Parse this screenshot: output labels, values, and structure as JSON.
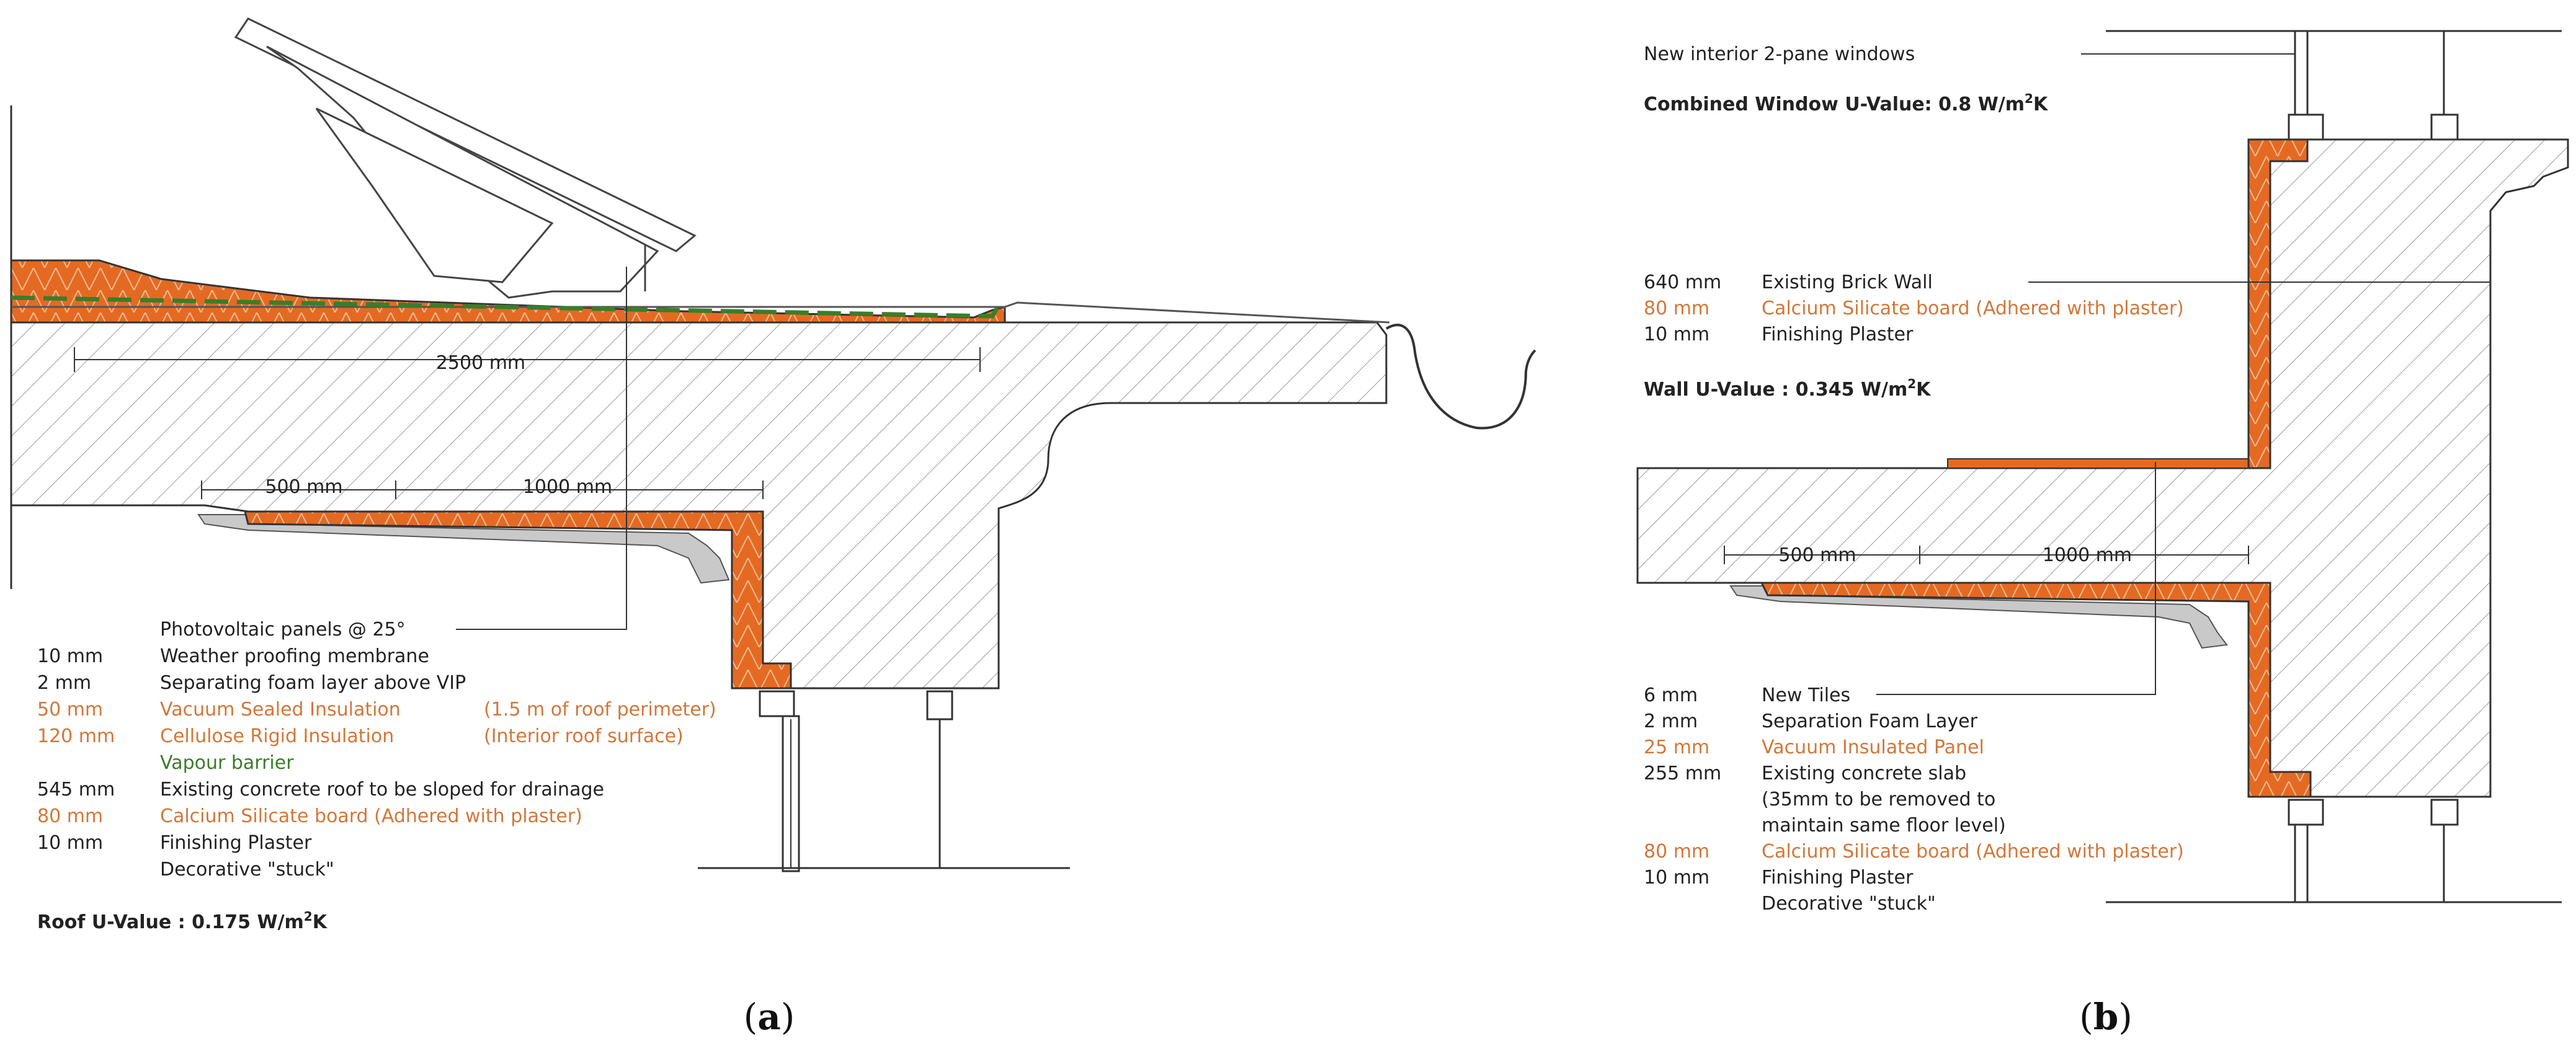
{
  "colors": {
    "insulation": "#e46a23",
    "insulation_text": "#d2773a",
    "vapour": "#3a7d2a",
    "line": "#333333"
  },
  "panel_a": {
    "caption_open": "(",
    "caption_letter": "a",
    "caption_close": ")",
    "dim_main": "2500 mm",
    "dim_500": "500 mm",
    "dim_1000": "1000 mm",
    "layers": [
      {
        "thickness": "",
        "label": "Photovoltaic panels @ 25°",
        "note": "",
        "kind": "normal"
      },
      {
        "thickness": "10 mm",
        "label": "Weather proofing membrane",
        "note": "",
        "kind": "normal"
      },
      {
        "thickness": "2 mm",
        "label": "Separating foam layer above VIP",
        "note": "",
        "kind": "normal"
      },
      {
        "thickness": "50 mm",
        "label": "Vacuum Sealed Insulation",
        "note": "(1.5 m of roof perimeter)",
        "kind": "insulation"
      },
      {
        "thickness": "120 mm",
        "label": "Cellulose Rigid Insulation",
        "note": "(Interior roof surface)",
        "kind": "insulation"
      },
      {
        "thickness": "",
        "label": "Vapour barrier",
        "note": "",
        "kind": "vapour"
      },
      {
        "thickness": "545 mm",
        "label": "Existing concrete roof to be sloped for drainage",
        "note": "",
        "kind": "normal"
      },
      {
        "thickness": "80 mm",
        "label": "Calcium Silicate board (Adhered with plaster)",
        "note": "",
        "kind": "insulation"
      },
      {
        "thickness": "10 mm",
        "label": "Finishing Plaster",
        "note": "",
        "kind": "normal"
      },
      {
        "thickness": "",
        "label": "Decorative \"stuck\"",
        "note": "",
        "kind": "normal"
      }
    ],
    "u_value_prefix": "Roof U-Value : 0.175 W/m",
    "u_value_sup": "2",
    "u_value_suffix": "K"
  },
  "panel_b": {
    "caption_open": "(",
    "caption_letter": "b",
    "caption_close": ")",
    "window_label": "New interior 2-pane windows",
    "window_u_prefix": "Combined Window U-Value: 0.8 W/m",
    "window_u_sup": "2",
    "window_u_suffix": "K",
    "wall_layers": [
      {
        "thickness": "640 mm",
        "label": "Existing Brick Wall",
        "kind": "normal"
      },
      {
        "thickness": "80 mm",
        "label": "Calcium Silicate board (Adhered with plaster)",
        "kind": "insulation"
      },
      {
        "thickness": "10 mm",
        "label": "Finishing Plaster",
        "kind": "normal"
      }
    ],
    "wall_u_prefix": "Wall U-Value : 0.345 W/m",
    "wall_u_sup": "2",
    "wall_u_suffix": "K",
    "dim_500": "500 mm",
    "dim_1000": "1000 mm",
    "floor_layers": [
      {
        "thickness": "6 mm",
        "label": "New Tiles",
        "kind": "normal"
      },
      {
        "thickness": "2 mm",
        "label": "Separation Foam Layer",
        "kind": "normal"
      },
      {
        "thickness": "25 mm",
        "label": "Vacuum Insulated Panel",
        "kind": "insulation"
      },
      {
        "thickness": "255 mm",
        "label": "Existing concrete slab",
        "kind": "normal"
      },
      {
        "thickness": "",
        "label": "(35mm to be removed to",
        "kind": "normal"
      },
      {
        "thickness": "",
        "label": "maintain same floor level)",
        "kind": "normal"
      },
      {
        "thickness": "80 mm",
        "label": "Calcium Silicate board (Adhered with plaster)",
        "kind": "insulation"
      },
      {
        "thickness": "10 mm",
        "label": "Finishing Plaster",
        "kind": "normal"
      },
      {
        "thickness": "",
        "label": "Decorative \"stuck\"",
        "kind": "normal"
      }
    ]
  }
}
